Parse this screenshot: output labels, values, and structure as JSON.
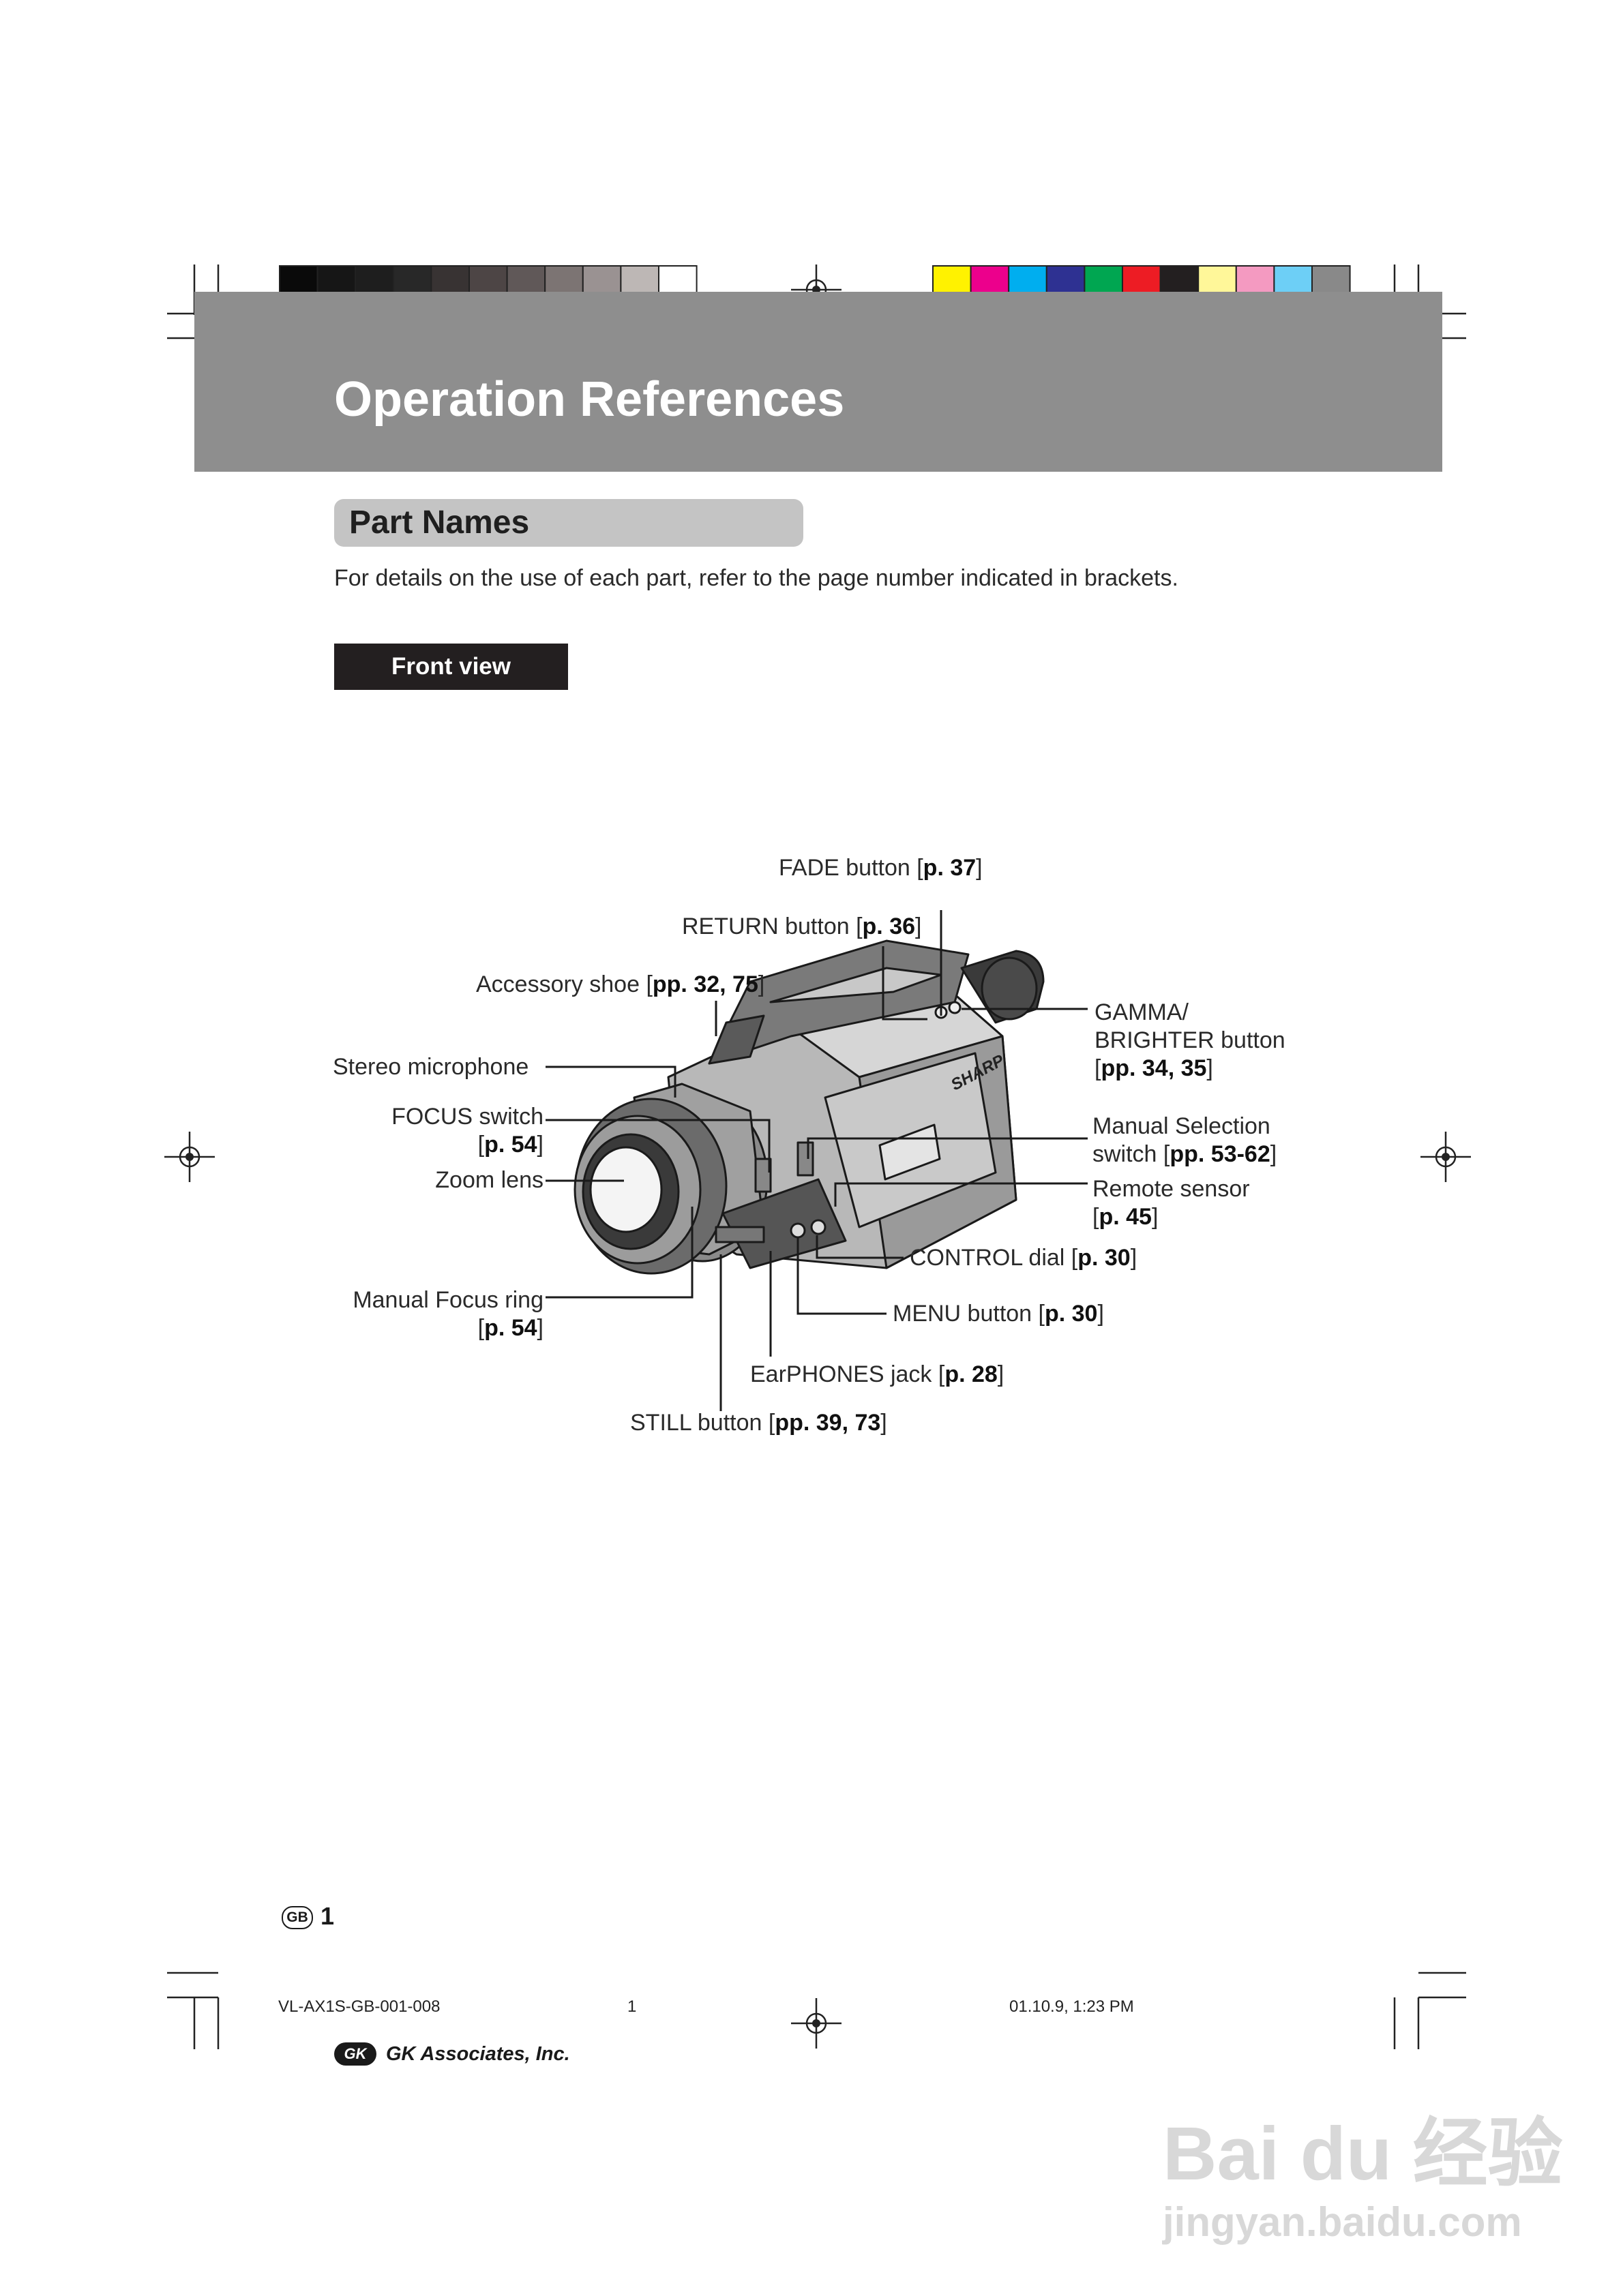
{
  "page": {
    "title": "Operation References",
    "section_title": "Part Names",
    "intro": "For details on the use of each part, refer to the page number indicated in brackets.",
    "view_label": "Front view"
  },
  "labels": {
    "fade": {
      "text": "FADE button [",
      "ref": "p. 37",
      "end": "]"
    },
    "return": {
      "text": "RETURN button [",
      "ref": "p. 36",
      "end": "]"
    },
    "shoe": {
      "text": "Accessory shoe [",
      "ref": "pp. 32, 75",
      "end": "]"
    },
    "mic": {
      "text": "Stereo microphone"
    },
    "focus_switch": {
      "line1": "FOCUS switch",
      "open": "[",
      "ref": "p. 54",
      "end": "]"
    },
    "zoom": {
      "text": "Zoom lens"
    },
    "focus_ring": {
      "line1": "Manual Focus ring",
      "open": "[",
      "ref": "p. 54",
      "end": "]"
    },
    "gamma": {
      "line1": "GAMMA/",
      "line2": "BRIGHTER button",
      "open": "[",
      "ref": "pp. 34, 35",
      "end": "]"
    },
    "manual_sel": {
      "line1": "Manual Selection",
      "line2": "switch [",
      "ref": "pp. 53-62",
      "end": "]"
    },
    "remote": {
      "line1": "Remote sensor",
      "open": "[",
      "ref": "p. 45",
      "end": "]"
    },
    "control": {
      "text": "CONTROL dial [",
      "ref": "p. 30",
      "end": "]"
    },
    "menu": {
      "text": "MENU button [",
      "ref": "p. 30",
      "end": "]"
    },
    "earphones": {
      "text": "EarPHONES jack [",
      "ref": "p. 28",
      "end": "]"
    },
    "still": {
      "text": "STILL button [",
      "ref": "pp. 39, 73",
      "end": "]"
    }
  },
  "camera": {
    "brand": "SHARP"
  },
  "footer": {
    "region_badge": "GB",
    "page_number": "1",
    "doc_id": "VL-AX1S-GB-001-008",
    "print_page": "1",
    "timestamp": "01.10.9, 1:23 PM",
    "logo_mark": "GK",
    "company": "GK Associates, Inc."
  },
  "watermark": {
    "line1": "Bai du 经验",
    "line2": "jingyan.baidu.com"
  },
  "colors": {
    "gray_scale": [
      "#0a0a0a",
      "#161616",
      "#1e1e1e",
      "#282828",
      "#383333",
      "#4d4545",
      "#605858",
      "#7c7473",
      "#9a9292",
      "#bdb7b5",
      "#ffffff"
    ],
    "color_bar": [
      "#fff200",
      "#ec008c",
      "#00aeef",
      "#2e3192",
      "#00a651",
      "#ed1c24",
      "#231f20",
      "#fff799",
      "#f49ac1",
      "#6dcff6",
      "#898989"
    ],
    "header": "#8e8e8e",
    "pill": "#c4c4c4"
  }
}
